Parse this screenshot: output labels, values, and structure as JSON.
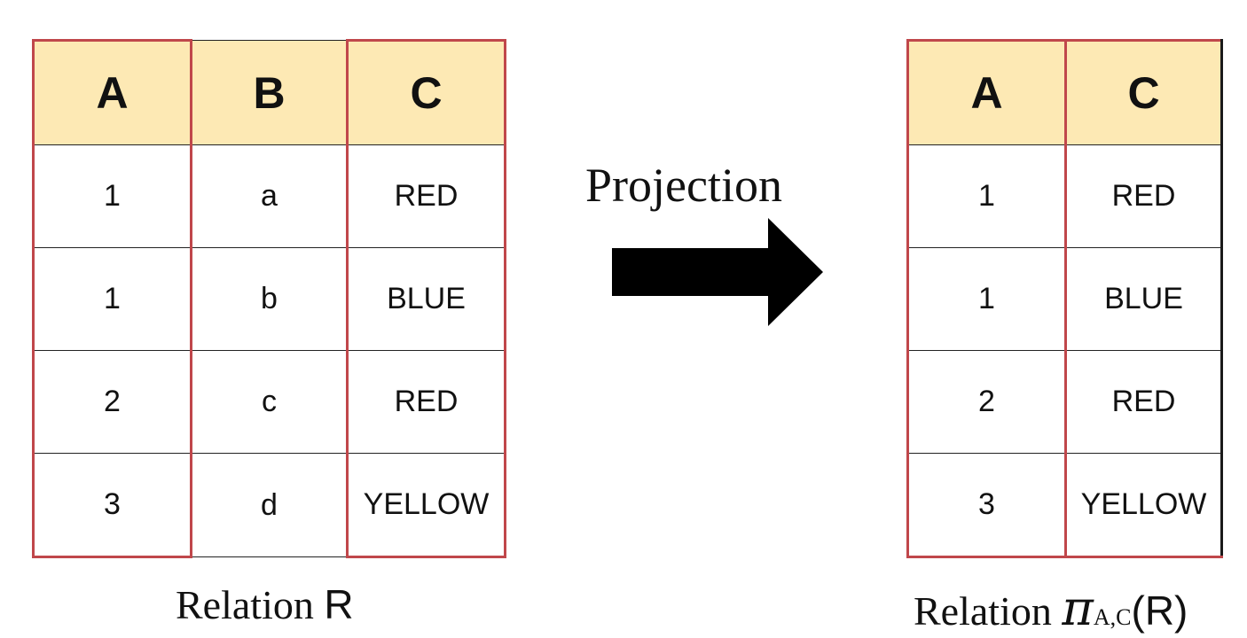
{
  "relation_r": {
    "headers": [
      "A",
      "B",
      "C"
    ],
    "rows": [
      [
        "1",
        "a",
        "RED"
      ],
      [
        "1",
        "b",
        "BLUE"
      ],
      [
        "2",
        "c",
        "RED"
      ],
      [
        "3",
        "d",
        "YELLOW"
      ]
    ],
    "caption_word": "Relation",
    "caption_name": "R"
  },
  "projection": {
    "label": "Projection"
  },
  "relation_p": {
    "headers": [
      "A",
      "C"
    ],
    "rows": [
      [
        "1",
        "RED"
      ],
      [
        "1",
        "BLUE"
      ],
      [
        "2",
        "RED"
      ],
      [
        "3",
        "YELLOW"
      ]
    ],
    "caption_word": "Relation",
    "caption_symbol": "π",
    "caption_subscript": "A,C",
    "caption_open": "(",
    "caption_arg": "R",
    "caption_close": ")"
  },
  "colors": {
    "header_fill": "#fde9b4",
    "highlight_border": "#c0474b",
    "grid_line": "#222222",
    "arrow": "#000000"
  }
}
